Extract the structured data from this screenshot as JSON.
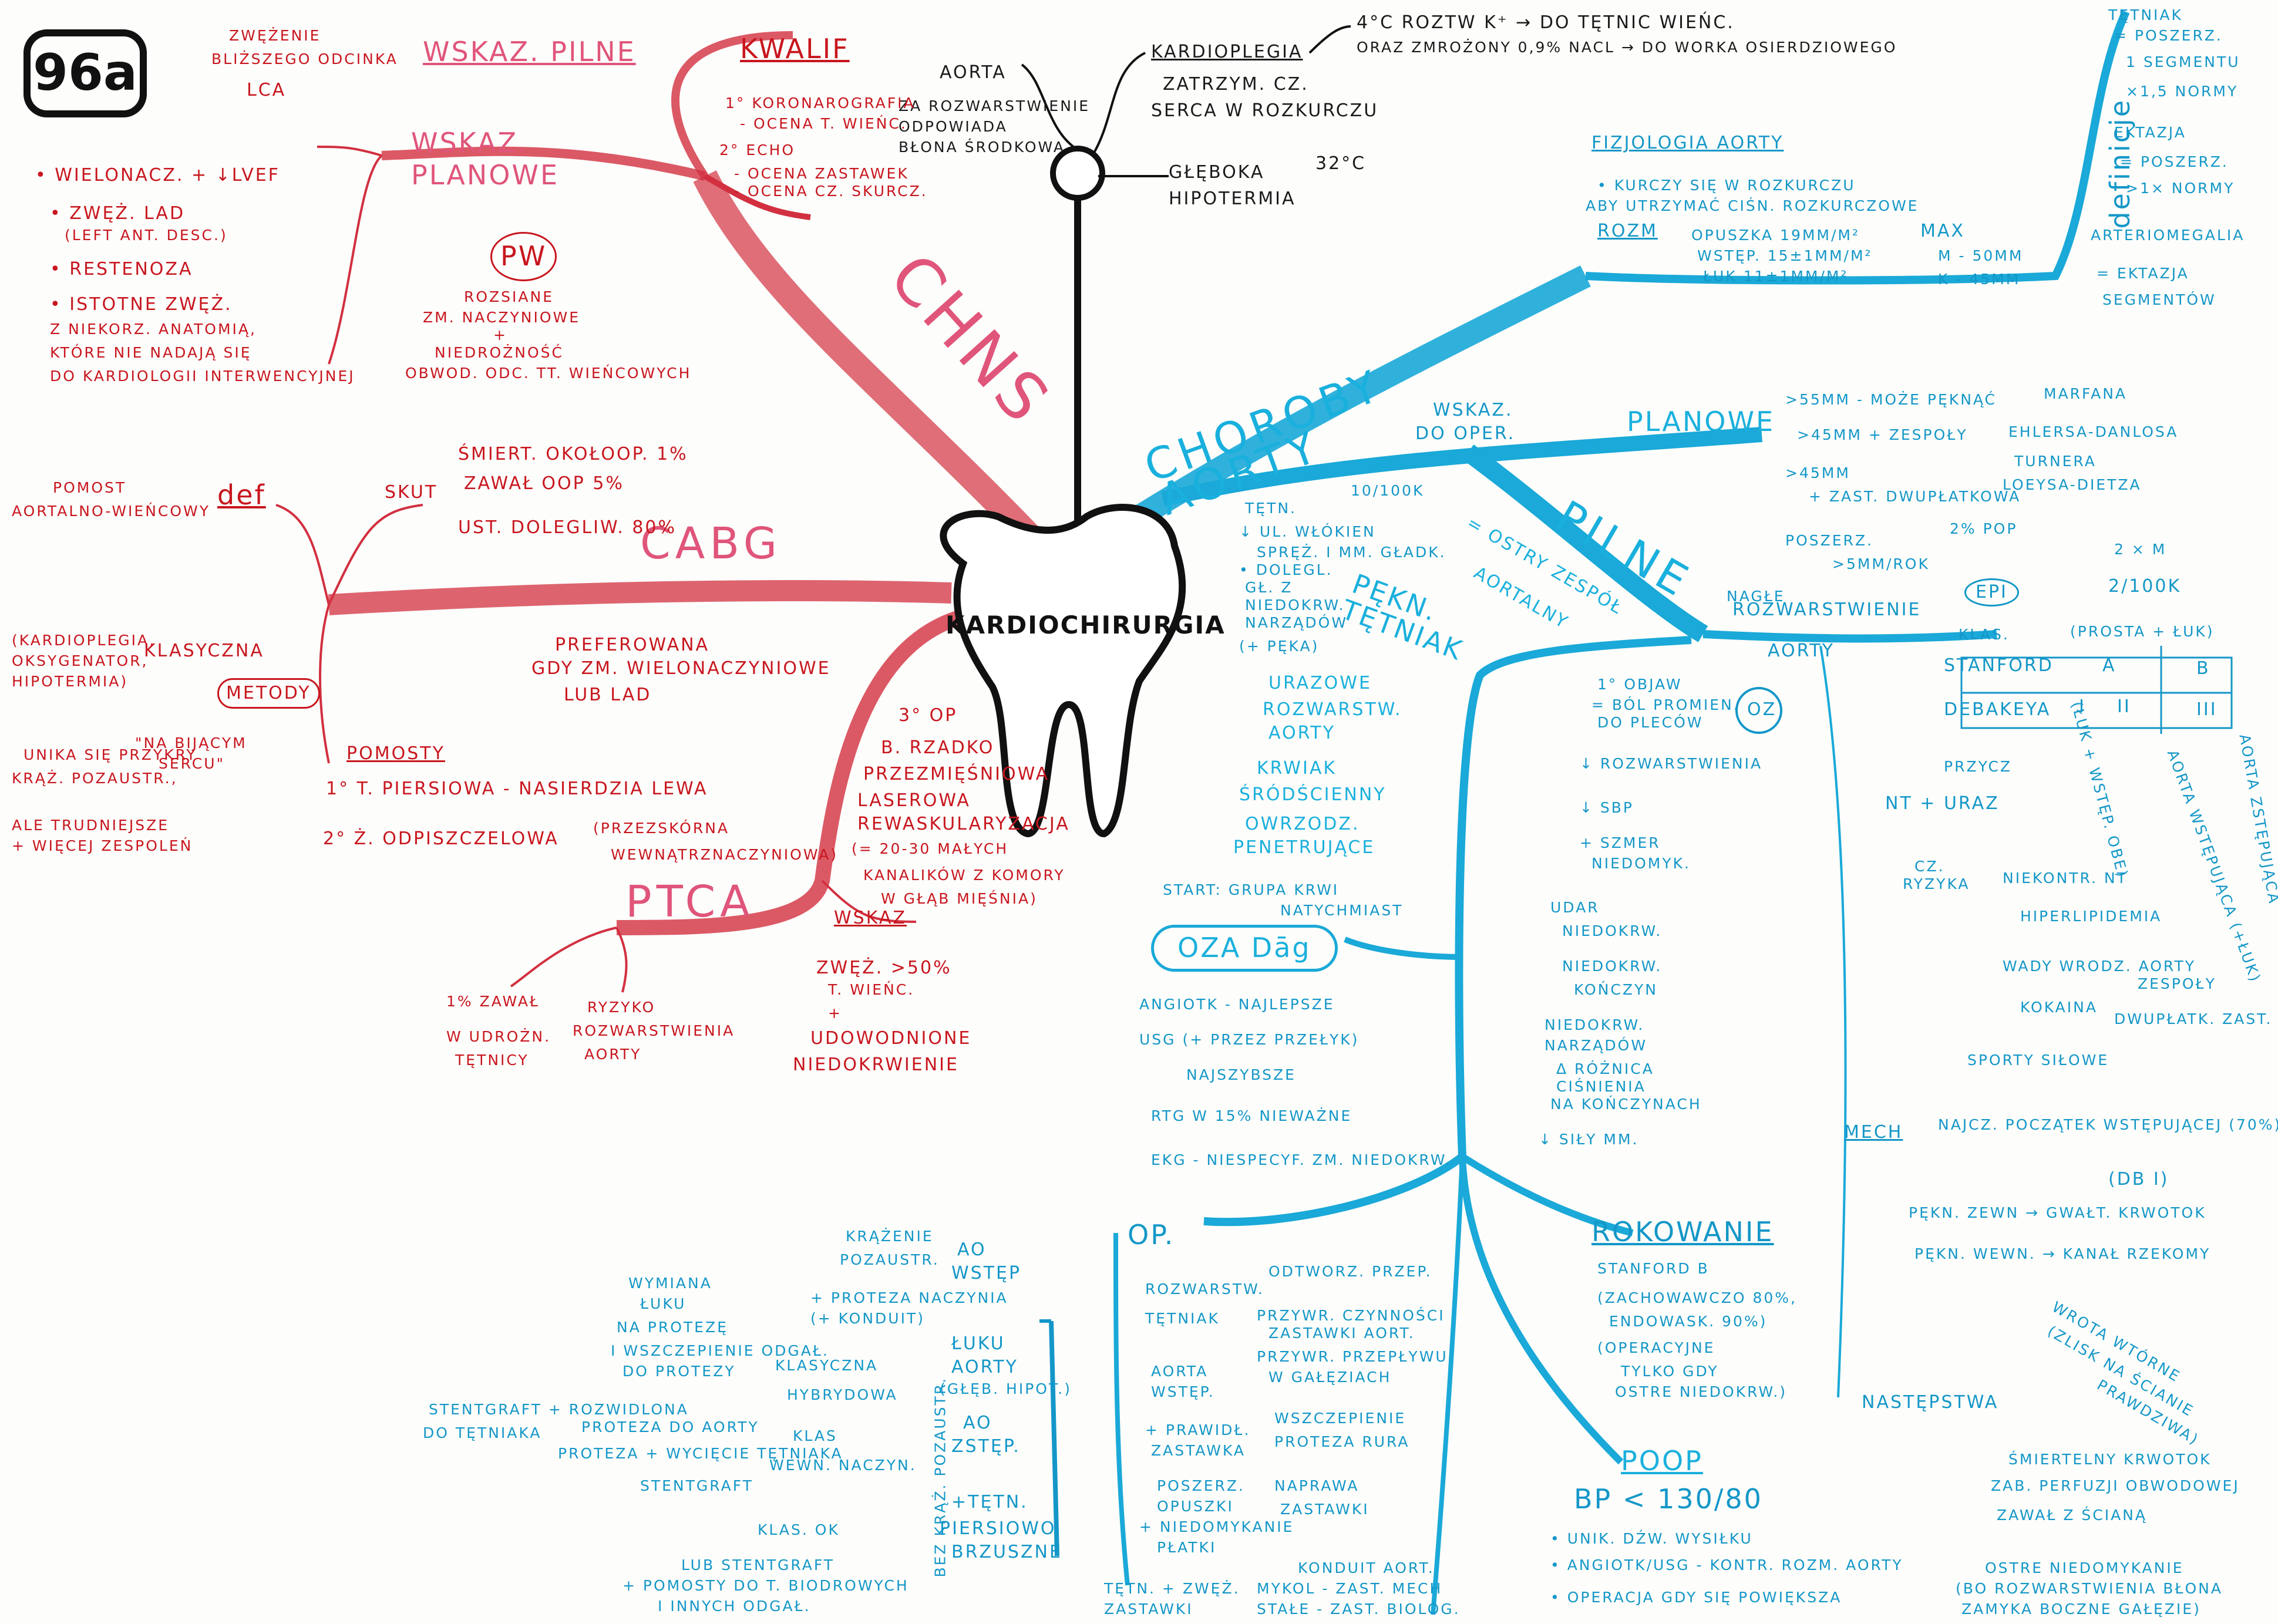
{
  "page_tag": "96a",
  "center": "KARDIOCHIRURGIA",
  "info": {
    "aorta": "AORTA",
    "aorta_note": [
      "ZA ROZWARSTWIENIE",
      "ODPOWIADA",
      "BŁONA ŚRODKOWA"
    ],
    "kardioplegia": "KARDIOPLEGIA",
    "kardioplegia_note": [
      "ZATRZYM. CZ.",
      "SERCA W ROZKURCZU"
    ],
    "temp_k": "4°C ROZTW K⁺ → DO TĘTNIC WIEŃC.",
    "temp_k2": "ORAZ ZMROŻONY 0,9% NaCl → DO WORKA OSIERDZIOWEGO",
    "hipotermia": [
      "GŁĘBOKA",
      "HIPOTERMIA"
    ],
    "hipotermia_temp": "32°C"
  },
  "chns": {
    "title": "ChNS",
    "kwalif": "KWALIF",
    "kwalif_items": [
      "1° KORONAROGRAFIA",
      "- OCENA T. WIEŃC.",
      "2° ECHO",
      "- OCENA ZASTAWEK",
      "- OCENA CZ. SKURCZ."
    ],
    "wskaz_pilne": "WSKAZ. PILNE",
    "wskaz_pilne_note": [
      "ZWĘŻENIE",
      "BLIŻSZEGO ODCINKA",
      "LCA"
    ],
    "wskaz_planowe": [
      "WSKAZ.",
      "PLANOWE"
    ],
    "planowe_items": [
      "• WIELONACZ. + ↓LVEF",
      "• ZWĘŻ. LAD",
      "(LEFT ANT. DESC.)",
      "• RESTENOZA",
      "• ISTOTNE ZWĘŻ.",
      "Z NIEKORZ. ANATOMIĄ,",
      "KTÓRE NIE NADAJĄ SIĘ",
      "DO KARDIOLOGII INTERWENCYJNEJ"
    ],
    "pw": "PW",
    "pw_items": [
      "ROZSIANE",
      "ZM. NACZYNIOWE",
      "+",
      "NIEDROŻNOŚĆ",
      "OBWOD. ODC. TT. WIEŃCOWYCH"
    ],
    "cabg": "CABG",
    "skut": "SKUT",
    "skut_items": [
      "ŚMIERT. OKOŁOOP. 1%",
      "ZAWAŁ OOP 5%",
      "UST. DOLEGLIW. 80%"
    ],
    "pomost": [
      "POMOST",
      "AORTALNO-WIEŃCOWY"
    ],
    "def": "def",
    "metody": "METODY",
    "metody_items": [
      "(KARDIOPLEGIA,",
      "OKSYGENATOR,",
      "HIPOTERMIA)",
      "KLASYCZNA"
    ],
    "bez_krazenia": [
      "UNIKA SIĘ PRZYKRY",
      "KRĄŻ. POZAUSTR.,",
      "ALE TRUDNIEJSZE",
      "+ WIĘCEJ ZESPOLEŃ"
    ],
    "na_bijacym": [
      "\"NA BIJĄCYM",
      "SERCU\""
    ],
    "preferowana": [
      "PREFEROWANA",
      "GDY ZM. WIELONACZYNIOWE",
      "LUB LAD"
    ],
    "pomosty": "POMOSTY",
    "pomosty_items": [
      "1° T. PIERSIOWA - NASIERDZIA LEWA",
      "2° Ż. ODPISZCZELOWA"
    ],
    "tmlr": [
      "3° OP",
      "B. RZADKO",
      "PRZEZMIĘŚNIOWA",
      "LASEROWA",
      "REWASKULARYZACJA"
    ],
    "tmlr_note": [
      "(= 20-30 MAŁYCH",
      "KANALIKÓW Z KOMORY",
      "W GŁĄB MIĘŚNIA)"
    ],
    "ptca": "PTCA",
    "ptca_note": [
      "(PRZEZSKÓRNA",
      "WEWNĄTRZNACZYNIOWA)"
    ],
    "ptca_wskaz": "WSKAZ",
    "ptca_wskaz_items": [
      "ZWĘŻ. >50%",
      "T. WIEŃC.",
      "+",
      "UDOWODNIONE",
      "NIEDOKRWIENIE"
    ],
    "ptca_ryzyka": [
      "1% ZAWAŁ",
      "W UDROŻN.",
      "TĘTNICY"
    ],
    "ptca_ryzyka2": [
      "RYZYKO",
      "ROZWARSTWIENIA",
      "AORTY"
    ]
  },
  "aorta": {
    "title": [
      "CHOROBY",
      "AORTY"
    ],
    "fizjologia": "FIZJOLOGIA AORTY",
    "fizjologia_items": [
      "• KURCZY SIĘ W ROZKURCZU",
      "ABY UTRZYMAĆ CIŚN. ROZKURCZOWE"
    ],
    "rozm": "ROZM",
    "rozm_items": [
      "OPUSZKA  19mm/m²",
      "WSTĘP.  15±1mm/m²",
      "ŁUK  11±1mm/m²"
    ],
    "max": [
      "MAX",
      "M - 50mm",
      "K - 45mm"
    ],
    "definicje": "definicje",
    "def_items": [
      "TĘTNIAK",
      "= POSZERZ.",
      "1 SEGMENTU",
      "×1,5 NORMY",
      "EKTAZJA",
      "= POSZERZ.",
      ">1× NORMY",
      "ARTERIOMEGALIA",
      "= EKTAZJA",
      "SEGMENTÓW"
    ],
    "wskaz_oper": [
      "WSKAZ.",
      "DO OPER."
    ],
    "planowe": "PLANOWE",
    "planowe_items": [
      ">55mm - MOŻE PĘKNĄĆ",
      ">45mm + ZESPOŁY",
      ">45mm",
      "+ ZAST. DWUPŁATKOWA",
      "POSZERZ.",
      ">5mm/ROK"
    ],
    "zespoly": [
      "MARFANA",
      "EHLERSA-DANLOSA",
      "TURNERA",
      "LOEYSA-DIETZA"
    ],
    "dwupl_pct": "2% POP",
    "pilne": "PILNE",
    "ostry": [
      "= OSTRY ZESPÓŁ",
      "AORTALNY"
    ],
    "pekn_tetn": [
      "PĘKN.",
      "TĘTNIAK"
    ],
    "tetn_note": [
      "TĘTN.",
      "10/100K",
      "↓ UL. WŁÓKIEN",
      "SPRĘŻ. I MM. GŁADK.",
      "• DOLEGL.",
      "GŁ. Z",
      "NIEDOKRW.",
      "NARZĄDÓW",
      "(+ PĘKA)"
    ],
    "urazowe": [
      "URAZOWE",
      "ROZWARSTW.",
      "AORTY"
    ],
    "krwiak": [
      "KRWIAK",
      "ŚRÓDŚCIENNY"
    ],
    "owrzodz": [
      "OWRZODZ.",
      "PENETRUJĄCE"
    ],
    "rozwarstwienie": [
      "ROZWARSTWIENIE",
      "AORTY"
    ],
    "nagle": "NAGŁE",
    "oz": "OZ",
    "oz_items": [
      "1° OBJAW",
      "= BÓL PROMIEN.",
      "DO PLECÓW",
      "↓ ROZWARSTWIENIA",
      "↓ SBP",
      "+ SZMER",
      "NIEDOMYK.",
      "UDAR",
      "NIEDOKRW.",
      "NIEDOKRW.",
      "KOŃCZYN",
      "NIEDOKRW.",
      "NARZĄDÓW",
      "Δ RÓŻNICA",
      "CIŚNIENIA",
      "NA KOŃCZYNACH",
      "↓ SIŁY MM."
    ],
    "start": [
      "START: GRUPA KRWI",
      "NATYCHMIAST"
    ],
    "oza_dag": "OZA Dāg",
    "oza_items": [
      "angioTK - NAJLEPSZE",
      "USG (+ PRZEZ PRZEŁYK)",
      "NAJSZYBSZE",
      "RTG w 15% NIEWAŻNE",
      "EKG - NIESPECYF. ZM. NIEDOKRW."
    ],
    "epi": "EPI",
    "epi_items": [
      "2 × M",
      "2/100K"
    ],
    "klas": "KLAS.",
    "stanford": "STANFORD",
    "debakeya": "DEBAKEYA",
    "klas_table": [
      "A",
      "B",
      "I",
      "II",
      "III"
    ],
    "klas_notes": [
      "(PROSTA + ŁUK)",
      "AORTA WSTĘPUJĄCA (+ŁUK)",
      "AORTA ZSTĘPUJĄCA",
      "(ŁUK + WSTĘP. OBE)"
    ],
    "przycz": "PRZYCZ",
    "przycz_items": [
      "NT + URAZ"
    ],
    "cz_ryzyka": [
      "CZ.",
      "RYZYKA"
    ],
    "ryzyka_items": [
      "NIEKONTR. NT",
      "HIPERLIPIDEMIA",
      "WADY WRODZ. AORTY",
      "KOKAINA",
      "ZESPOŁY",
      "DWUPŁATK. ZAST.",
      "SPORTY SIŁOWE"
    ],
    "mech": "MECH",
    "mech_items": [
      "NAJCZ. POCZĄTEK WSTĘPUJĄCEJ (70%)",
      "(DB I)",
      "PĘKN. ZEWN → GWAŁT. KRWOTOK",
      "PĘKN. WEWN. → KANAŁ RZEKOMY",
      "WROTA WTÓRNE",
      "(ZLISK NA ŚCIANIE",
      "PRAWDZIWA)"
    ],
    "nast": "NASTĘPSTWA",
    "nast_items": [
      "ŚMIERTELNY KRWOTOK",
      "ZAB. PERFUZJI OBWODOWEJ",
      "ZAWAŁ Z ŚCIANĄ",
      "OSTRE NIEDOMYKANIE",
      "(BO ROZWARSTWIENIA BŁONA",
      "ZAMYKA BOCZNE GAŁĘZIE)"
    ],
    "op": "OP.",
    "op_items": [
      "ROZWARSTW.",
      "TĘTNIAK",
      "AORTA",
      "WSTĘP.",
      "+ PRAWIDŁ.",
      "ZASTAWKA",
      "POSZERZ.",
      "OPUSZKI",
      "+ NIEDOMYKANIE",
      "PŁATKI",
      "TĘTN. + ZWĘŻ.",
      "ZASTAWKI"
    ],
    "op_results": [
      "ODTWORZ. PRZEP.",
      "PRZYWR. CZYNNOŚCI",
      "ZASTAWKI AORT.",
      "PRZYWR. PRZEPŁYWU",
      "W GAŁĘZIACH",
      "WSZCZEPIENIE",
      "PROTEZA RURA",
      "NAPRAWA",
      "ZASTAWKI",
      "KONDUIT AORT.",
      "MYKOL - ZAST. MECH",
      "STAŁE - ZAST. BIOLOG."
    ],
    "wstep": [
      "AO",
      "WSTĘP"
    ],
    "luk": [
      "ŁUKU",
      "AORTY",
      "(GŁĘB. HIPOT.)"
    ],
    "zstep": [
      "AO",
      "ZSTĘP."
    ],
    "brzuszna": [
      "+TĘTN.",
      "PIERSIOWO",
      "BRZUSZNE"
    ],
    "krazenie": [
      "KRĄŻENIE",
      "POZAUSTR."
    ],
    "proteza": [
      "+ PROTEZA NACZYNIA",
      "(+ KONDUIT)"
    ],
    "wymiana": [
      "WYMIANA",
      "ŁUKU",
      "NA PROTEZĘ",
      "I WSZCZEPIENIE ODGAŁ.",
      "DO PROTEZY"
    ],
    "klasyczna": "KLASYCZNA",
    "hybrydowa": "HYBRYDOWA",
    "stentgraft": [
      "STENTGRAFT + ROZWIDLONA",
      "PROTEZA DO AORTY",
      "DO TĘTNIAKA"
    ],
    "klas2": "KLAS",
    "zstep_items": [
      "PROTEZA + WYCIĘCIE TĘTNIAKA",
      "WEWN. NACZYN.",
      "STENTGRAFT"
    ],
    "bez_krazenia": "BEZ KRĄŻ. POZAUSTR.",
    "klasyczna2": "KLAS. OK",
    "brzuszna_items": [
      "LUB STENTGRAFT",
      "+ POMOSTY DO T. BIODROWYCH",
      "I INNYCH ODGAŁ."
    ],
    "rokowanie": "ROKOWANIE",
    "rokowanie_items": [
      "STANFORD B",
      "(ZACHOWAWCZO 80%,",
      "ENDOWASK. 90%)",
      "(OPERACYJNE",
      "TYLKO GDY",
      "OSTRE NIEDOKRW.)"
    ],
    "poop": "POOP",
    "poop_items": [
      "BP < 130/80",
      "• UNIK. DŹW. WYSIŁKU",
      "• angioTK/USG - KONTR. ROZM. AORTY",
      "• OPERACJA GDY SIĘ POWIĘKSZA"
    ]
  }
}
